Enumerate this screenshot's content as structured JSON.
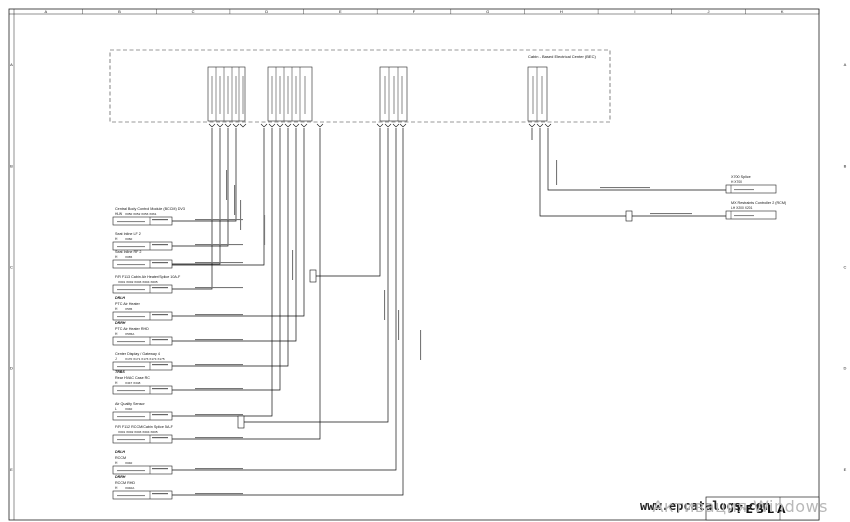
{
  "frame": {
    "col_letters": [
      "A",
      "B",
      "C",
      "D",
      "E",
      "F",
      "G",
      "H",
      "I",
      "J",
      "K"
    ],
    "row_letters": [
      "A",
      "B",
      "C",
      "D",
      "E"
    ]
  },
  "bec": {
    "label": "Cabin - Based Electrical Center (BEC)"
  },
  "components": [
    {
      "id": "bccm",
      "name": "Central Body Control Module (BCCM) DV3",
      "sub": "HLW",
      "conns": "X050   X052   X053   X061"
    },
    {
      "id": "seat-lf2",
      "name": "Seat Inline LF 2",
      "sub": "H",
      "conns": "X060"
    },
    {
      "id": "seat-rf2",
      "name": "Seat Inline RF 2",
      "sub": "H",
      "conns": "X065"
    },
    {
      "id": "f113",
      "name": "F/R F113 Cabin Air Heater/Splice 10A-F",
      "sub": "",
      "conns": "X001   X002   X003   X004   X005"
    },
    {
      "id": "ptc",
      "name": "PTC Air Heater",
      "sub": "H",
      "conns": "X535"
    },
    {
      "id": "ptc-rhd",
      "name": "PTC Air Heater RHD",
      "sub": "H",
      "conns": "X535A"
    },
    {
      "id": "cdg",
      "name": "Center Display / Gateway 4",
      "sub": "J",
      "conns": "X170   X171   X173   X174   X175"
    },
    {
      "id": "rhvac",
      "name": "Rear HVAC Case RC",
      "sub": "H",
      "conns": "X347   X348"
    },
    {
      "id": "aqs",
      "name": "Air Quality Sensor",
      "sub": "L",
      "conns": "X040"
    },
    {
      "id": "f112",
      "name": "F/R F112 RCCM/Cabin Splice 5A-F",
      "sub": "",
      "conns": "X001   X002   X003   X004   X005"
    },
    {
      "id": "rccm",
      "name": "RCCM",
      "sub": "H",
      "conns": "X040"
    },
    {
      "id": "rccm-rhd",
      "name": "RCCM RHD",
      "sub": "H",
      "conns": "X040A"
    }
  ],
  "tags": [
    {
      "row": 4,
      "text": "DRLH"
    },
    {
      "row": 5,
      "text": "DRRH"
    },
    {
      "row": 7,
      "text": "TRBS"
    },
    {
      "row": 10,
      "text": "DRLH"
    },
    {
      "row": 11,
      "text": "DRRH"
    }
  ],
  "right_components": [
    {
      "id": "x700",
      "name": "X700 Splice",
      "sub": "H          X700"
    },
    {
      "id": "rcm",
      "name": "MX Restraints Controller 2 (RCM)",
      "sub": "LH          X200   X201"
    }
  ],
  "footer": {
    "url": "www.epcatalogs.com",
    "brand": "TESLA",
    "watermark": "Активация Windows"
  }
}
